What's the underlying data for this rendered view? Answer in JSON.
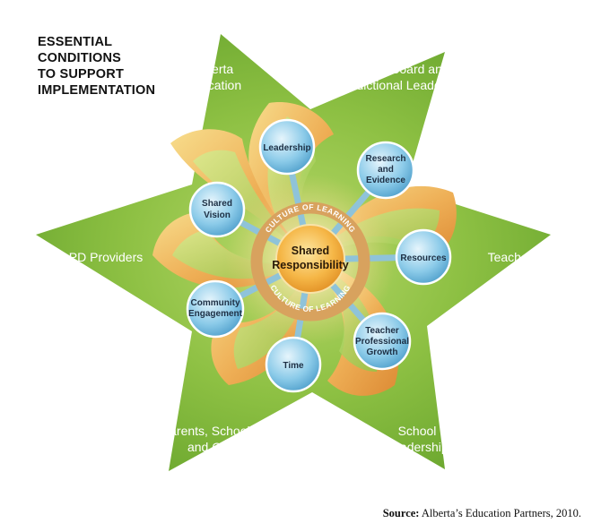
{
  "heading": {
    "lines": [
      "ESSENTIAL",
      "CONDITIONS",
      "TO SUPPORT",
      "IMPLEMENTATION"
    ]
  },
  "star_points": [
    {
      "lines": [
        "Alberta",
        "Education"
      ]
    },
    {
      "lines": [
        "School Board and",
        "Jurisdictional Leadership"
      ]
    },
    {
      "lines": [
        "Teachers"
      ]
    },
    {
      "lines": [
        "School",
        "Leadership"
      ]
    },
    {
      "lines": [
        "Parents, School Councils",
        "and Community"
      ]
    },
    {
      "lines": [
        "PD Providers"
      ]
    }
  ],
  "center": {
    "lines": [
      "Shared",
      "Responsibility"
    ],
    "ring_label_top": "CULTURE OF LEARNING",
    "ring_label_bottom": "CULTURE OF LEARNING"
  },
  "conditions": [
    {
      "lines": [
        "Leadership"
      ]
    },
    {
      "lines": [
        "Research",
        "and",
        "Evidence"
      ]
    },
    {
      "lines": [
        "Resources"
      ]
    },
    {
      "lines": [
        "Teacher",
        "Professional",
        "Growth"
      ]
    },
    {
      "lines": [
        "Time"
      ]
    },
    {
      "lines": [
        "Community",
        "Engagement"
      ]
    },
    {
      "lines": [
        "Shared",
        "Vision"
      ]
    }
  ],
  "source": {
    "label": "Source:",
    "text": "Alberta’s Education Partners, 2010."
  },
  "colors": {
    "star_green": "#7db33a",
    "star_green_light": "#a9cf5a",
    "petal_orange": "#e8a24a",
    "petal_yellow": "#f6d27d",
    "circle_blue": "#7fc3e4",
    "hub_orange": "#f3a634",
    "ring_tan": "#d39a55"
  }
}
